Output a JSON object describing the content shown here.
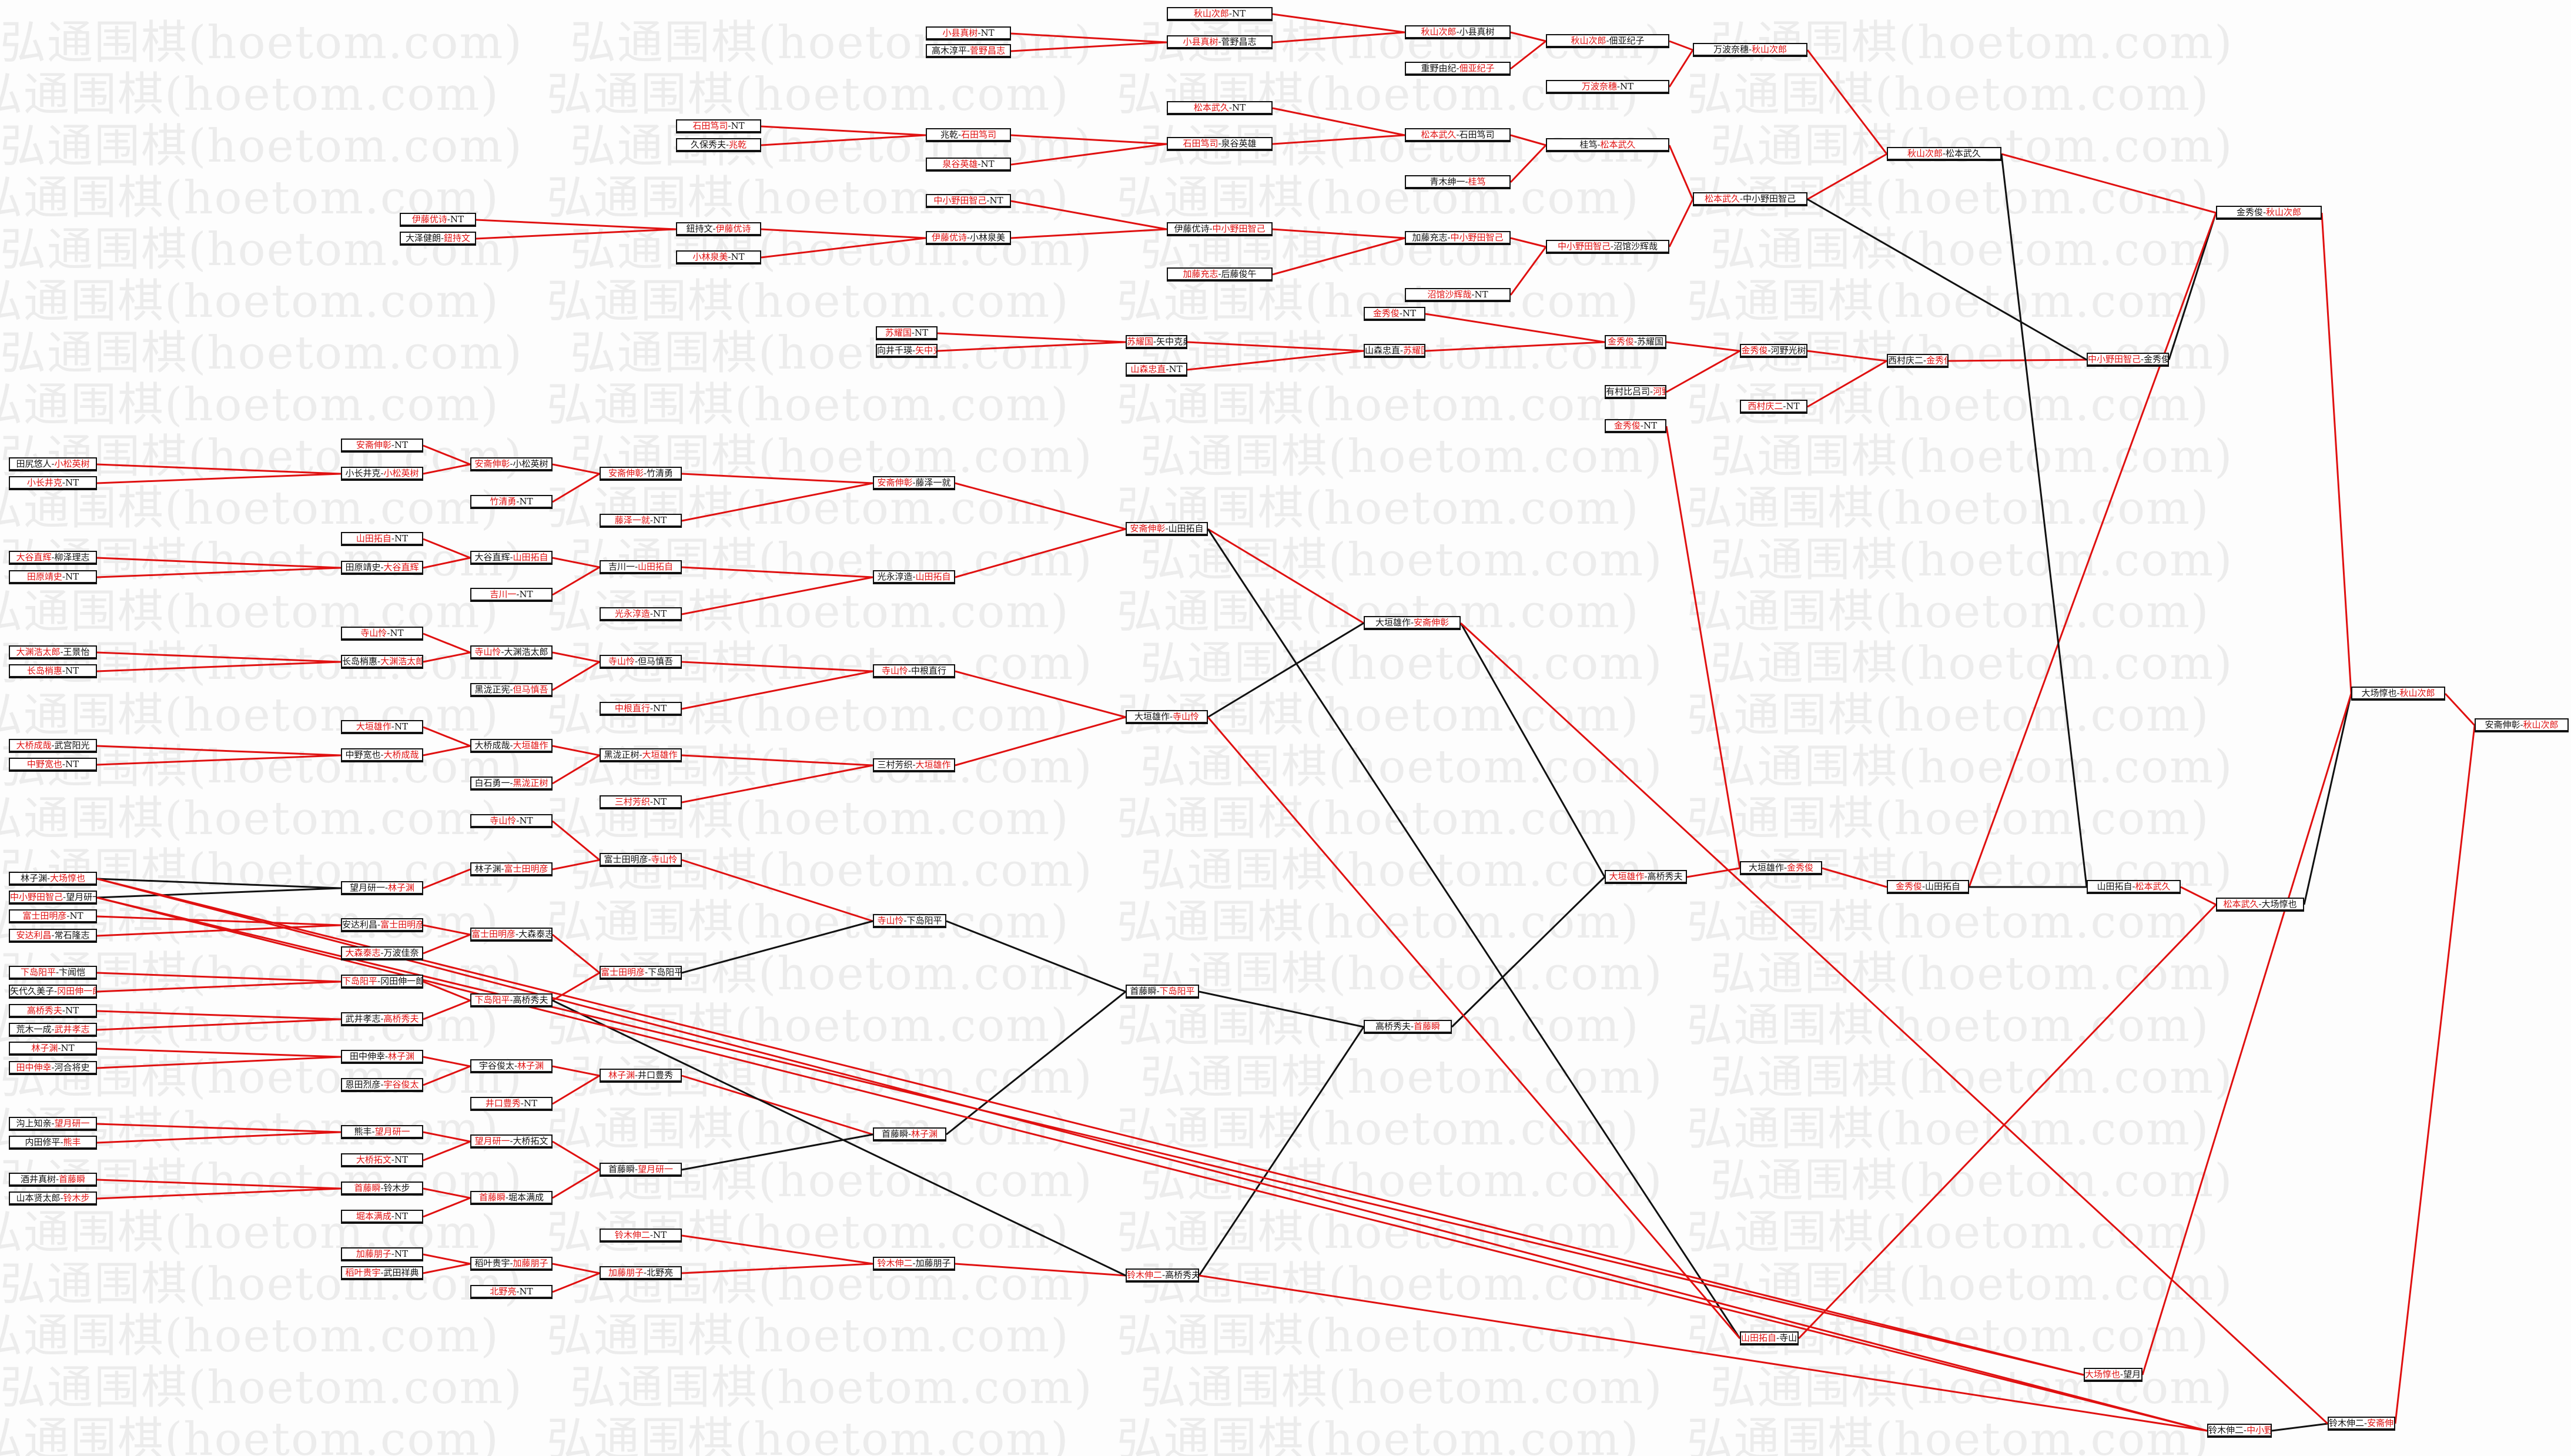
{
  "watermark": "弘通围棋(hoetom.com)",
  "colors": {
    "winner": "#e01010",
    "loser": "#111111",
    "line_red": "#e01010",
    "line_black": "#111111"
  },
  "separator": "-",
  "nodes": [
    {
      "id": "a1",
      "l": "秋山次郎",
      "r": "NT",
      "w": "l"
    },
    {
      "id": "a2",
      "l": "小县真树",
      "r": "NT",
      "w": "l"
    },
    {
      "id": "a3",
      "l": "高木淳平",
      "r": "菅野昌志",
      "w": "r"
    },
    {
      "id": "a4",
      "l": "小县真树",
      "r": "菅野昌志",
      "w": "l"
    },
    {
      "id": "a5",
      "l": "秋山次郎",
      "r": "小县真树",
      "w": "l"
    },
    {
      "id": "a6",
      "l": "重野由纪",
      "r": "佃亚纪子",
      "w": "r"
    },
    {
      "id": "a7",
      "l": "秋山次郎",
      "r": "佃亚纪子",
      "w": "l"
    },
    {
      "id": "a8",
      "l": "万波奈穗",
      "r": "NT",
      "w": "l"
    },
    {
      "id": "a9",
      "l": "万波奈穗",
      "r": "秋山次郎",
      "w": "r"
    },
    {
      "id": "b1",
      "l": "石田笃司",
      "r": "NT",
      "w": "l"
    },
    {
      "id": "b2",
      "l": "久保秀夫",
      "r": "兆乾",
      "w": "r"
    },
    {
      "id": "b3",
      "l": "兆乾",
      "r": "石田笃司",
      "w": "r"
    },
    {
      "id": "b4",
      "l": "泉谷英雄",
      "r": "NT",
      "w": "l"
    },
    {
      "id": "b5",
      "l": "石田笃司",
      "r": "泉谷英雄",
      "w": "l"
    },
    {
      "id": "b6",
      "l": "松本武久",
      "r": "NT",
      "w": "l"
    },
    {
      "id": "b7",
      "l": "松本武久",
      "r": "石田笃司",
      "w": "l"
    },
    {
      "id": "b8",
      "l": "青木绅一",
      "r": "桂笃",
      "w": "r"
    },
    {
      "id": "b9",
      "l": "桂笃",
      "r": "松本武久",
      "w": "r"
    },
    {
      "id": "c1",
      "l": "伊藤优诗",
      "r": "NT",
      "w": "l"
    },
    {
      "id": "c2",
      "l": "大泽健朗",
      "r": "鈕持文",
      "w": "r"
    },
    {
      "id": "c3",
      "l": "鈕持文",
      "r": "伊藤优诗",
      "w": "r"
    },
    {
      "id": "c4",
      "l": "小林泉美",
      "r": "NT",
      "w": "l"
    },
    {
      "id": "c5",
      "l": "伊藤优诗",
      "r": "小林泉美",
      "w": "l"
    },
    {
      "id": "c6",
      "l": "中小野田智己",
      "r": "NT",
      "w": "l"
    },
    {
      "id": "c7",
      "l": "伊藤优诗",
      "r": "中小野田智己",
      "w": "r"
    },
    {
      "id": "c8",
      "l": "加藤充志",
      "r": "后藤俊午",
      "w": "l"
    },
    {
      "id": "c9",
      "l": "加藤充志",
      "r": "中小野田智己",
      "w": "r"
    },
    {
      "id": "c10",
      "l": "沼馆沙辉哉",
      "r": "NT",
      "w": "l"
    },
    {
      "id": "c11",
      "l": "中小野田智己",
      "r": "沼馆沙辉哉",
      "w": "l"
    },
    {
      "id": "c12",
      "l": "松本武久",
      "r": "中小野田智己",
      "w": "l"
    },
    {
      "id": "c13",
      "l": "秋山次郎",
      "r": "松本武久",
      "w": "l"
    },
    {
      "id": "d1",
      "l": "苏耀国",
      "r": "NT",
      "w": "l"
    },
    {
      "id": "d2",
      "l": "向井千瑛",
      "r": "矢中克典",
      "w": "r"
    },
    {
      "id": "d3",
      "l": "苏耀国",
      "r": "矢中克典",
      "w": "l"
    },
    {
      "id": "d4",
      "l": "山森忠直",
      "r": "NT",
      "w": "l"
    },
    {
      "id": "d5",
      "l": "山森忠直",
      "r": "苏耀国",
      "w": "r"
    },
    {
      "id": "d6",
      "l": "金秀俊",
      "r": "NT",
      "w": "l"
    },
    {
      "id": "d7",
      "l": "金秀俊",
      "r": "苏耀国",
      "w": "l"
    },
    {
      "id": "d8",
      "l": "有村比吕司",
      "r": "河野光树",
      "w": "r"
    },
    {
      "id": "d9",
      "l": "金秀俊",
      "r": "河野光树",
      "w": "l"
    },
    {
      "id": "d10",
      "l": "西村庆二",
      "r": "NT",
      "w": "l"
    },
    {
      "id": "d11",
      "l": "西村庆二",
      "r": "金秀俊",
      "w": "r"
    },
    {
      "id": "d12",
      "l": "中小野田智己",
      "r": "金秀俊",
      "w": "l"
    },
    {
      "id": "d13",
      "l": "金秀俊",
      "r": "秋山次郎",
      "w": "r"
    },
    {
      "id": "d14",
      "l": "金秀俊",
      "r": "NT",
      "w": "l"
    },
    {
      "id": "e1",
      "l": "田尻悠人",
      "r": "小松英树",
      "w": "r"
    },
    {
      "id": "e2",
      "l": "小长井克",
      "r": "NT",
      "w": "l"
    },
    {
      "id": "e3",
      "l": "安斋伸彰",
      "r": "NT",
      "w": "l"
    },
    {
      "id": "e4",
      "l": "小长井克",
      "r": "小松英树",
      "w": "r"
    },
    {
      "id": "e5",
      "l": "安斋伸彰",
      "r": "小松英树",
      "w": "l"
    },
    {
      "id": "e6",
      "l": "竹清勇",
      "r": "NT",
      "w": "l"
    },
    {
      "id": "e7",
      "l": "安斋伸彰",
      "r": "竹清勇",
      "w": "l"
    },
    {
      "id": "e8",
      "l": "藤泽一就",
      "r": "NT",
      "w": "l"
    },
    {
      "id": "e9",
      "l": "安斋伸彰",
      "r": "藤泽一就",
      "w": "l"
    },
    {
      "id": "f1",
      "l": "大谷直辉",
      "r": "柳泽理志",
      "w": "l"
    },
    {
      "id": "f2",
      "l": "田原靖史",
      "r": "NT",
      "w": "l"
    },
    {
      "id": "f3",
      "l": "山田拓自",
      "r": "NT",
      "w": "l"
    },
    {
      "id": "f4",
      "l": "田原靖史",
      "r": "大谷直辉",
      "w": "r"
    },
    {
      "id": "f5",
      "l": "大谷直辉",
      "r": "山田拓自",
      "w": "r"
    },
    {
      "id": "f6",
      "l": "吉川一",
      "r": "NT",
      "w": "l"
    },
    {
      "id": "f7",
      "l": "吉川一",
      "r": "山田拓自",
      "w": "r"
    },
    {
      "id": "f8",
      "l": "光永淳造",
      "r": "NT",
      "w": "l"
    },
    {
      "id": "f9",
      "l": "光永淳造",
      "r": "山田拓自",
      "w": "r"
    },
    {
      "id": "f10",
      "l": "安斋伸彰",
      "r": "山田拓自",
      "w": "l"
    },
    {
      "id": "g1",
      "l": "大渊浩太郎",
      "r": "王景怡",
      "w": "l"
    },
    {
      "id": "g2",
      "l": "长岛梢惠",
      "r": "NT",
      "w": "l"
    },
    {
      "id": "g3",
      "l": "寺山怜",
      "r": "NT",
      "w": "l"
    },
    {
      "id": "g4",
      "l": "长岛梢惠",
      "r": "大渊浩太郎",
      "w": "r"
    },
    {
      "id": "g5",
      "l": "寺山怜",
      "r": "大渊浩太郎",
      "w": "l"
    },
    {
      "id": "g6",
      "l": "黑泷正宪",
      "r": "但马慎吾",
      "w": "r"
    },
    {
      "id": "g7",
      "l": "寺山怜",
      "r": "但马慎吾",
      "w": "l"
    },
    {
      "id": "g8",
      "l": "中根直行",
      "r": "NT",
      "w": "l"
    },
    {
      "id": "g9",
      "l": "寺山怜",
      "r": "中根直行",
      "w": "l"
    },
    {
      "id": "h1",
      "l": "大桥成哉",
      "r": "武宫阳光",
      "w": "l"
    },
    {
      "id": "h2",
      "l": "中野宽也",
      "r": "NT",
      "w": "l"
    },
    {
      "id": "h3",
      "l": "大垣雄作",
      "r": "NT",
      "w": "l"
    },
    {
      "id": "h4",
      "l": "中野宽也",
      "r": "大桥成哉",
      "w": "r"
    },
    {
      "id": "h5",
      "l": "大桥成哉",
      "r": "大垣雄作",
      "w": "r"
    },
    {
      "id": "h6",
      "l": "白石勇一",
      "r": "黑泷正树",
      "w": "r"
    },
    {
      "id": "h7",
      "l": "黑泷正树",
      "r": "大垣雄作",
      "w": "r"
    },
    {
      "id": "h8",
      "l": "三村芳织",
      "r": "NT",
      "w": "l"
    },
    {
      "id": "h9",
      "l": "三村芳织",
      "r": "大垣雄作",
      "w": "r"
    },
    {
      "id": "h10",
      "l": "大垣雄作",
      "r": "寺山怜",
      "w": "r"
    },
    {
      "id": "h11",
      "l": "大垣雄作",
      "r": "安斋伸彰",
      "w": "r"
    },
    {
      "id": "i1",
      "l": "林子渊",
      "r": "大场惇也",
      "w": "r"
    },
    {
      "id": "i2",
      "l": "中小野田智己",
      "r": "望月研一",
      "w": "l"
    },
    {
      "id": "i3",
      "l": "富士田明彦",
      "r": "NT",
      "w": "l"
    },
    {
      "id": "i4",
      "l": "安达利昌",
      "r": "常石隆志",
      "w": "l"
    },
    {
      "id": "i5",
      "l": "下岛阳平",
      "r": "卞闻恺",
      "w": "l"
    },
    {
      "id": "i6",
      "l": "矢代久美子",
      "r": "冈田伸一郎",
      "w": "r"
    },
    {
      "id": "i7",
      "l": "高桥秀夫",
      "r": "NT",
      "w": "l"
    },
    {
      "id": "i8",
      "l": "荒木一成",
      "r": "武井孝志",
      "w": "r"
    },
    {
      "id": "i9",
      "l": "林子渊",
      "r": "NT",
      "w": "l"
    },
    {
      "id": "i10",
      "l": "田中伸幸",
      "r": "河合将史",
      "w": "l"
    },
    {
      "id": "i11",
      "l": "沟上知亲",
      "r": "望月研一",
      "w": "r"
    },
    {
      "id": "i12",
      "l": "内田修平",
      "r": "熊丰",
      "w": "r"
    },
    {
      "id": "i13",
      "l": "酒井真树",
      "r": "首藤瞬",
      "w": "r"
    },
    {
      "id": "i14",
      "l": "山本贤太郎",
      "r": "铃木步",
      "w": "r"
    },
    {
      "id": "j1",
      "l": "寺山怜",
      "r": "NT",
      "w": "l"
    },
    {
      "id": "j2",
      "l": "望月研一",
      "r": "林子渊",
      "w": "r"
    },
    {
      "id": "j3",
      "l": "林子渊",
      "r": "富士田明彦",
      "w": "r"
    },
    {
      "id": "j4",
      "l": "富士田明彦",
      "r": "寺山怜",
      "w": "r"
    },
    {
      "id": "j5",
      "l": "安达利昌",
      "r": "富士田明彦",
      "w": "r"
    },
    {
      "id": "j6",
      "l": "大森泰志",
      "r": "万波佳奈",
      "w": "l"
    },
    {
      "id": "j7",
      "l": "富士田明彦",
      "r": "大森泰志",
      "w": "l"
    },
    {
      "id": "j8",
      "l": "富士田明彦",
      "r": "下岛阳平",
      "w": "l"
    },
    {
      "id": "j9",
      "l": "下岛阳平",
      "r": "冈田伸一郎",
      "w": "l"
    },
    {
      "id": "j10",
      "l": "下岛阳平",
      "r": "高桥秀夫",
      "w": "l"
    },
    {
      "id": "j11",
      "l": "武井孝志",
      "r": "高桥秀夫",
      "w": "r"
    },
    {
      "id": "j12",
      "l": "田中伸幸",
      "r": "林子渊",
      "w": "r"
    },
    {
      "id": "j13",
      "l": "宇谷俊太",
      "r": "林子渊",
      "w": "r"
    },
    {
      "id": "j14",
      "l": "恩田烈彦",
      "r": "宇谷俊太",
      "w": "r"
    },
    {
      "id": "j15",
      "l": "林子渊",
      "r": "井口豊秀",
      "w": "l"
    },
    {
      "id": "j16",
      "l": "井口豊秀",
      "r": "NT",
      "w": "l"
    },
    {
      "id": "k1",
      "l": "熊丰",
      "r": "望月研一",
      "w": "r"
    },
    {
      "id": "k2",
      "l": "望月研一",
      "r": "大桥拓文",
      "w": "l"
    },
    {
      "id": "k3",
      "l": "大桥拓文",
      "r": "NT",
      "w": "l"
    },
    {
      "id": "k4",
      "l": "首藤瞬",
      "r": "铃木步",
      "w": "l"
    },
    {
      "id": "k5",
      "l": "首藤瞬",
      "r": "堀本满成",
      "w": "l"
    },
    {
      "id": "k6",
      "l": "堀本满成",
      "r": "NT",
      "w": "l"
    },
    {
      "id": "k7",
      "l": "首藤瞬",
      "r": "望月研一",
      "w": "r"
    },
    {
      "id": "k8",
      "l": "加藤朋子",
      "r": "NT",
      "w": "l"
    },
    {
      "id": "k9",
      "l": "稻叶贵宇",
      "r": "武田祥典",
      "w": "l"
    },
    {
      "id": "k10",
      "l": "稻叶贵宇",
      "r": "加藤朋子",
      "w": "r"
    },
    {
      "id": "k11",
      "l": "北野亮",
      "r": "NT",
      "w": "l"
    },
    {
      "id": "k12",
      "l": "加藤朋子",
      "r": "北野亮",
      "w": "l"
    },
    {
      "id": "k13",
      "l": "铃木伸二",
      "r": "NT",
      "w": "l"
    },
    {
      "id": "k14",
      "l": "铃木伸二",
      "r": "加藤朋子",
      "w": "l"
    },
    {
      "id": "m1",
      "l": "寺山怜",
      "r": "下岛阳平",
      "w": "l"
    },
    {
      "id": "m2",
      "l": "首藤瞬",
      "r": "林子渊",
      "w": "r"
    },
    {
      "id": "m3",
      "l": "首藤瞬",
      "r": "下岛阳平",
      "w": "r"
    },
    {
      "id": "m4",
      "l": "铃木伸二",
      "r": "高桥秀夫",
      "w": "l"
    },
    {
      "id": "m5",
      "l": "高桥秀夫",
      "r": "首藤瞬",
      "w": "r"
    },
    {
      "id": "n1",
      "l": "大垣雄作",
      "r": "高桥秀夫",
      "w": "l"
    },
    {
      "id": "n2",
      "l": "大垣雄作",
      "r": "金秀俊",
      "w": "r"
    },
    {
      "id": "n3",
      "l": "金秀俊",
      "r": "山田拓自",
      "w": "l"
    },
    {
      "id": "n4",
      "l": "山田拓自",
      "r": "松本武久",
      "w": "r"
    },
    {
      "id": "n5",
      "l": "松本武久",
      "r": "大场惇也",
      "w": "l"
    },
    {
      "id": "n6",
      "l": "大场惇也",
      "r": "秋山次郎",
      "w": "r"
    },
    {
      "id": "n7",
      "l": "安斋伸彰",
      "r": "秋山次郎",
      "w": "r"
    },
    {
      "id": "n8",
      "l": "山田拓自",
      "r": "寺山怜",
      "w": "l"
    },
    {
      "id": "n9",
      "l": "大场惇也",
      "r": "望月研一",
      "w": "l"
    },
    {
      "id": "n10",
      "l": "铃木伸二",
      "r": "中小野田智己",
      "w": "r"
    },
    {
      "id": "n11",
      "l": "铃木伸二",
      "r": "安斋伸彰",
      "w": "r"
    }
  ],
  "links": [
    [
      "a2",
      "a4",
      "r"
    ],
    [
      "a3",
      "a4",
      "r"
    ],
    [
      "a1",
      "a5",
      "r"
    ],
    [
      "a4",
      "a5",
      "r"
    ],
    [
      "a5",
      "a7",
      "r"
    ],
    [
      "a6",
      "a7",
      "r"
    ],
    [
      "a7",
      "a9",
      "r"
    ],
    [
      "a8",
      "a9",
      "r"
    ],
    [
      "b1",
      "b3",
      "r"
    ],
    [
      "b2",
      "b3",
      "r"
    ],
    [
      "b3",
      "b5",
      "r"
    ],
    [
      "b4",
      "b5",
      "r"
    ],
    [
      "b6",
      "b7",
      "r"
    ],
    [
      "b5",
      "b7",
      "r"
    ],
    [
      "b7",
      "b9",
      "r"
    ],
    [
      "b8",
      "b9",
      "r"
    ],
    [
      "c1",
      "c3",
      "r"
    ],
    [
      "c2",
      "c3",
      "r"
    ],
    [
      "c3",
      "c5",
      "r"
    ],
    [
      "c4",
      "c5",
      "r"
    ],
    [
      "c6",
      "c7",
      "r"
    ],
    [
      "c5",
      "c7",
      "r"
    ],
    [
      "c7",
      "c9",
      "r"
    ],
    [
      "c8",
      "c9",
      "r"
    ],
    [
      "c9",
      "c11",
      "r"
    ],
    [
      "c10",
      "c11",
      "r"
    ],
    [
      "b9",
      "c12",
      "r"
    ],
    [
      "c11",
      "c12",
      "r"
    ],
    [
      "a9",
      "c13",
      "r"
    ],
    [
      "c12",
      "c13",
      "r"
    ],
    [
      "d1",
      "d3",
      "r"
    ],
    [
      "d2",
      "d3",
      "r"
    ],
    [
      "d3",
      "d5",
      "r"
    ],
    [
      "d4",
      "d5",
      "r"
    ],
    [
      "d6",
      "d7",
      "r"
    ],
    [
      "d5",
      "d7",
      "r"
    ],
    [
      "d7",
      "d9",
      "r"
    ],
    [
      "d8",
      "d9",
      "r"
    ],
    [
      "d9",
      "d11",
      "r"
    ],
    [
      "d10",
      "d11",
      "r"
    ],
    [
      "d11",
      "d12",
      "r"
    ],
    [
      "c12",
      "d12",
      "b"
    ],
    [
      "d12",
      "d13",
      "b"
    ],
    [
      "c13",
      "d13",
      "r"
    ],
    [
      "e1",
      "e4",
      "r"
    ],
    [
      "e2",
      "e4",
      "r"
    ],
    [
      "e3",
      "e5",
      "r"
    ],
    [
      "e4",
      "e5",
      "r"
    ],
    [
      "e5",
      "e7",
      "r"
    ],
    [
      "e6",
      "e7",
      "r"
    ],
    [
      "e7",
      "e9",
      "r"
    ],
    [
      "e8",
      "e9",
      "r"
    ],
    [
      "f1",
      "f4",
      "r"
    ],
    [
      "f2",
      "f4",
      "r"
    ],
    [
      "f3",
      "f5",
      "r"
    ],
    [
      "f4",
      "f5",
      "r"
    ],
    [
      "f5",
      "f7",
      "r"
    ],
    [
      "f6",
      "f7",
      "r"
    ],
    [
      "f7",
      "f9",
      "r"
    ],
    [
      "f8",
      "f9",
      "r"
    ],
    [
      "e9",
      "f10",
      "r"
    ],
    [
      "f9",
      "f10",
      "r"
    ],
    [
      "g1",
      "g4",
      "r"
    ],
    [
      "g2",
      "g4",
      "r"
    ],
    [
      "g3",
      "g5",
      "r"
    ],
    [
      "g4",
      "g5",
      "r"
    ],
    [
      "g5",
      "g7",
      "r"
    ],
    [
      "g6",
      "g7",
      "r"
    ],
    [
      "g7",
      "g9",
      "r"
    ],
    [
      "g8",
      "g9",
      "r"
    ],
    [
      "h1",
      "h4",
      "r"
    ],
    [
      "h2",
      "h4",
      "r"
    ],
    [
      "h3",
      "h5",
      "r"
    ],
    [
      "h4",
      "h5",
      "r"
    ],
    [
      "h5",
      "h7",
      "r"
    ],
    [
      "h6",
      "h7",
      "r"
    ],
    [
      "h7",
      "h9",
      "r"
    ],
    [
      "h8",
      "h9",
      "r"
    ],
    [
      "g9",
      "h10",
      "r"
    ],
    [
      "h9",
      "h10",
      "r"
    ],
    [
      "f10",
      "h11",
      "r"
    ],
    [
      "h10",
      "h11",
      "b"
    ],
    [
      "i1",
      "j2",
      "b"
    ],
    [
      "i2",
      "j2",
      "b"
    ],
    [
      "i3",
      "j5",
      "r"
    ],
    [
      "i4",
      "j5",
      "r"
    ],
    [
      "j2",
      "j3",
      "r"
    ],
    [
      "j1",
      "j4",
      "r"
    ],
    [
      "j3",
      "j4",
      "r"
    ],
    [
      "j5",
      "j7",
      "r"
    ],
    [
      "j6",
      "j7",
      "r"
    ],
    [
      "i5",
      "j9",
      "r"
    ],
    [
      "i6",
      "j9",
      "r"
    ],
    [
      "i7",
      "j11",
      "r"
    ],
    [
      "i8",
      "j11",
      "r"
    ],
    [
      "j9",
      "j10",
      "r"
    ],
    [
      "j11",
      "j10",
      "r"
    ],
    [
      "j7",
      "j8",
      "r"
    ],
    [
      "j10",
      "j8",
      "r"
    ],
    [
      "i9",
      "j12",
      "r"
    ],
    [
      "i10",
      "j12",
      "r"
    ],
    [
      "j12",
      "j13",
      "r"
    ],
    [
      "j14",
      "j13",
      "r"
    ],
    [
      "j13",
      "j15",
      "r"
    ],
    [
      "j16",
      "j15",
      "r"
    ],
    [
      "i11",
      "k1",
      "r"
    ],
    [
      "i12",
      "k1",
      "r"
    ],
    [
      "k1",
      "k2",
      "r"
    ],
    [
      "k3",
      "k2",
      "r"
    ],
    [
      "i13",
      "k4",
      "r"
    ],
    [
      "i14",
      "k4",
      "r"
    ],
    [
      "k4",
      "k5",
      "r"
    ],
    [
      "k6",
      "k5",
      "r"
    ],
    [
      "k2",
      "k7",
      "r"
    ],
    [
      "k5",
      "k7",
      "r"
    ],
    [
      "k8",
      "k10",
      "r"
    ],
    [
      "k9",
      "k10",
      "r"
    ],
    [
      "k10",
      "k12",
      "r"
    ],
    [
      "k11",
      "k12",
      "r"
    ],
    [
      "k13",
      "k14",
      "r"
    ],
    [
      "k12",
      "k14",
      "r"
    ],
    [
      "j4",
      "m1",
      "r"
    ],
    [
      "j8",
      "m1",
      "b"
    ],
    [
      "j15",
      "m2",
      "r"
    ],
    [
      "k7",
      "m2",
      "b"
    ],
    [
      "m1",
      "m3",
      "b"
    ],
    [
      "m2",
      "m3",
      "b"
    ],
    [
      "k14",
      "m4",
      "r"
    ],
    [
      "j10",
      "m4",
      "b"
    ],
    [
      "m3",
      "m5",
      "b"
    ],
    [
      "m4",
      "m5",
      "b"
    ],
    [
      "h11",
      "n1",
      "b"
    ],
    [
      "m5",
      "n1",
      "b"
    ],
    [
      "n1",
      "n2",
      "r"
    ],
    [
      "d14",
      "n2",
      "r"
    ],
    [
      "n2",
      "n3",
      "r"
    ],
    [
      "d13",
      "n3",
      "r"
    ],
    [
      "n3",
      "n4",
      "b"
    ],
    [
      "c13",
      "n4",
      "b"
    ],
    [
      "n4",
      "n5",
      "r"
    ],
    [
      "n5",
      "n6",
      "b"
    ],
    [
      "d13",
      "n6",
      "r"
    ],
    [
      "n6",
      "n7",
      "r"
    ],
    [
      "f10",
      "n8",
      "b"
    ],
    [
      "h10",
      "n8",
      "r"
    ],
    [
      "i1",
      "n9",
      "r"
    ],
    [
      "i2",
      "n9",
      "r"
    ],
    [
      "n8",
      "n5",
      "r"
    ],
    [
      "n9",
      "n6",
      "r"
    ],
    [
      "i2",
      "n10",
      "r"
    ],
    [
      "i1",
      "n10",
      "r"
    ],
    [
      "m4",
      "n10",
      "r"
    ],
    [
      "n10",
      "n11",
      "b"
    ],
    [
      "h11",
      "n11",
      "r"
    ],
    [
      "n11",
      "n7",
      "r"
    ]
  ]
}
